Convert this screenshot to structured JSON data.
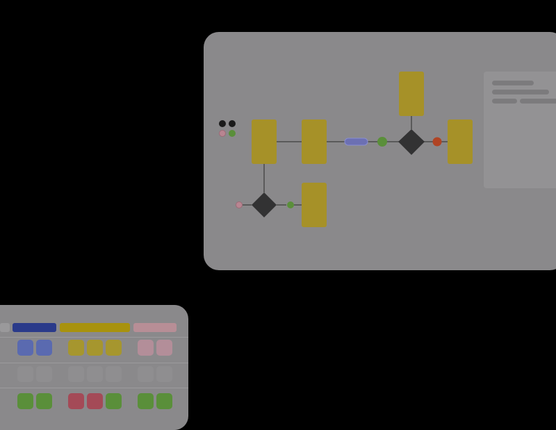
{
  "colors": {
    "background": "#000000",
    "card": "#8a898b",
    "panel": "#939294",
    "task": "#a69128",
    "gateway": "#323233",
    "edge": "#4a4a4a",
    "green": "#5a8f3a",
    "red": "#b04424",
    "pink": "#b88591",
    "blue": "#6c70b3",
    "dark": "#1b1b1b"
  },
  "flow": {
    "legend_icons": [
      "dark-dot-icon",
      "dark-dot-icon",
      "pink-dot-icon",
      "green-dot-icon"
    ],
    "tasks": [
      "task-a",
      "task-b",
      "task-top",
      "task-right",
      "task-bottom"
    ],
    "gateways": [
      "gateway-main",
      "gateway-lower"
    ],
    "events": [
      "green-event",
      "red-event",
      "pink-event",
      "green-event-small"
    ],
    "connector": "blue-pill-connector"
  },
  "side_panel": {
    "bars": 5
  },
  "grid": {
    "header_colors": [
      "#2a3a8a",
      "#a8920e",
      "#b78e96"
    ],
    "rows": [
      {
        "tiles": [
          "#5a6ab0",
          "#5a6ab0",
          "#a6962e",
          "#a6962e",
          "#a6962e",
          "#b38e99",
          "#b38e99"
        ]
      },
      {
        "tiles": [
          "#8f8e90",
          "#8f8e90",
          "#8f8e90",
          "#8f8e90",
          "#8f8e90",
          "#8f8e90",
          "#8f8e90"
        ]
      },
      {
        "tiles": [
          "#5a8f3a",
          "#5a8f3a",
          "#a44a57",
          "#a44a57",
          "#5a8f3a",
          "#5a8f3a",
          "#5a8f3a"
        ]
      }
    ]
  }
}
